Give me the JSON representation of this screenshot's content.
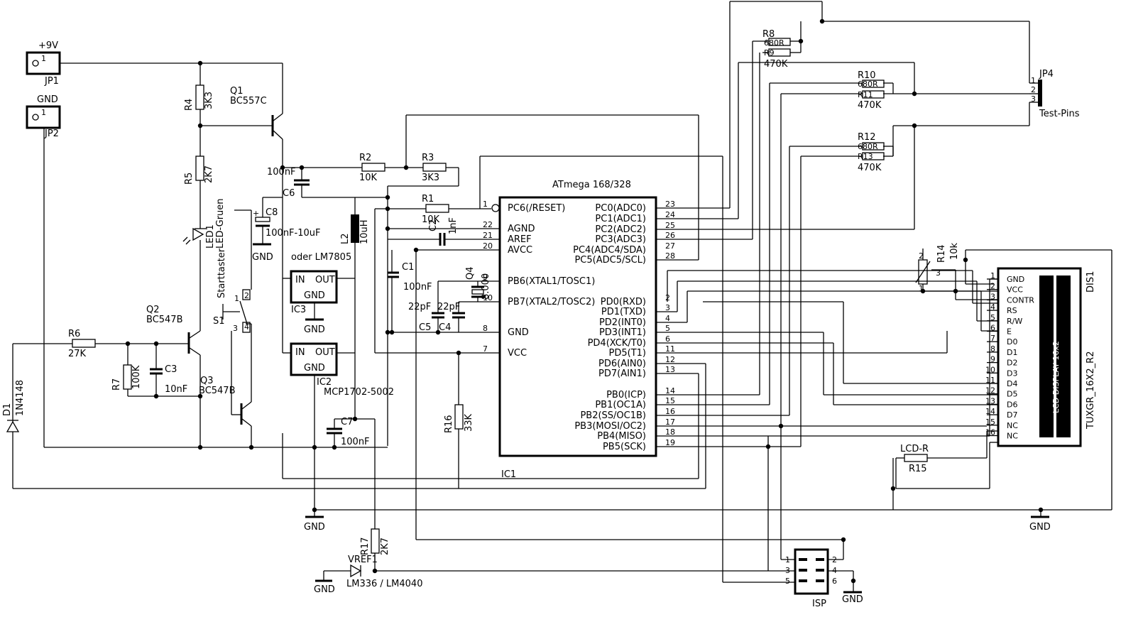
{
  "connectors": {
    "jp1": {
      "label": "+9V",
      "ref": "JP1",
      "pin": "1"
    },
    "jp2": {
      "label": "GND",
      "ref": "JP2",
      "pin": "1"
    },
    "jp4": {
      "ref": "JP4",
      "label": "Test-Pins",
      "pins": [
        "1",
        "2",
        "3"
      ]
    },
    "isp": {
      "ref": "ISP",
      "pins": [
        "1",
        "2",
        "3",
        "4",
        "5",
        "6"
      ]
    }
  },
  "components": {
    "r1": {
      "ref": "R1",
      "value": "10K"
    },
    "r2": {
      "ref": "R2",
      "value": "10K"
    },
    "r3": {
      "ref": "R3",
      "value": "3K3"
    },
    "r4": {
      "ref": "R4",
      "value": "3K3"
    },
    "r5": {
      "ref": "R5",
      "value": "2K7"
    },
    "r6": {
      "ref": "R6",
      "value": "27K"
    },
    "r7": {
      "ref": "R7",
      "value": "100K"
    },
    "r8": {
      "ref": "R8",
      "value": "680R"
    },
    "r9": {
      "ref": "R9",
      "value": "470K"
    },
    "r10": {
      "ref": "R10",
      "value": "680R"
    },
    "r11": {
      "ref": "R11",
      "value": "470K"
    },
    "r12": {
      "ref": "R12",
      "value": "680R"
    },
    "r13": {
      "ref": "R13",
      "value": "470K"
    },
    "r14": {
      "ref": "R14",
      "value": "10k"
    },
    "r15": {
      "ref": "R15",
      "value": "LCD-R"
    },
    "r16": {
      "ref": "R16",
      "value": "33K"
    },
    "r17": {
      "ref": "R17",
      "value": "2K7"
    },
    "c1": {
      "ref": "C1",
      "value": "100nF"
    },
    "c2": {
      "ref": "C2",
      "value": "1nF"
    },
    "c3": {
      "ref": "C3",
      "value": "10nF"
    },
    "c4": {
      "ref": "C4",
      "value": "22pF"
    },
    "c5": {
      "ref": "C5",
      "value": "22pF"
    },
    "c6": {
      "ref": "C6",
      "value": "100nF"
    },
    "c7": {
      "ref": "C7",
      "value": "100nF"
    },
    "c8": {
      "ref": "C8",
      "value": "100nF-10uF",
      "plus": "+"
    },
    "l2": {
      "ref": "L2",
      "value": "10uH"
    },
    "q1": {
      "ref": "Q1",
      "value": "BC557C"
    },
    "q2": {
      "ref": "Q2",
      "value": "BC547B"
    },
    "q3": {
      "ref": "Q3",
      "value": "BC547B"
    },
    "q4": {
      "ref": "Q4",
      "value": "8.000"
    },
    "d1": {
      "ref": "D1",
      "value": "1N4148"
    },
    "led1": {
      "ref": "LED1",
      "value": "LED-Gruen"
    },
    "s1": {
      "ref": "S1",
      "value": "Starttaster",
      "pins": [
        "1",
        "2",
        "3",
        "4"
      ]
    },
    "ic2": {
      "ref": "IC2",
      "value": "MCP1702-5002",
      "in": "IN",
      "out": "OUT",
      "gnd": "GND"
    },
    "ic3": {
      "ref": "IC3",
      "value": "oder LM7805",
      "in": "IN",
      "out": "OUT",
      "gnd": "GND"
    },
    "vref1": {
      "ref": "VREF1",
      "value": "LM336 / LM4040"
    }
  },
  "ground_labels": [
    "GND",
    "GND",
    "GND",
    "GND",
    "GND"
  ],
  "mcu": {
    "title": "ATmega 168/328",
    "ref": "IC1",
    "left_pins": [
      {
        "num": "1",
        "name": "PC6(/RESET)"
      },
      {
        "num": "22",
        "name": "AGND"
      },
      {
        "num": "21",
        "name": "AREF"
      },
      {
        "num": "20",
        "name": "AVCC"
      },
      {
        "num": "9",
        "name": "PB6(XTAL1/TOSC1)"
      },
      {
        "num": "10",
        "name": "PB7(XTAL2/TOSC2)"
      },
      {
        "num": "8",
        "name": "GND"
      },
      {
        "num": "7",
        "name": "VCC"
      }
    ],
    "right_pins": [
      {
        "num": "23",
        "name": "PC0(ADC0)"
      },
      {
        "num": "24",
        "name": "PC1(ADC1)"
      },
      {
        "num": "25",
        "name": "PC2(ADC2)"
      },
      {
        "num": "26",
        "name": "PC3(ADC3)"
      },
      {
        "num": "27",
        "name": "PC4(ADC4/SDA)"
      },
      {
        "num": "28",
        "name": "PC5(ADC5/SCL)"
      },
      {
        "num": "2",
        "name": "PD0(RXD)"
      },
      {
        "num": "3",
        "name": "PD1(TXD)"
      },
      {
        "num": "4",
        "name": "PD2(INT0)"
      },
      {
        "num": "5",
        "name": "PD3(INT1)"
      },
      {
        "num": "6",
        "name": "PD4(XCK/T0)"
      },
      {
        "num": "11",
        "name": "PD5(T1)"
      },
      {
        "num": "12",
        "name": "PD6(AIN0)"
      },
      {
        "num": "13",
        "name": "PD7(AIN1)"
      },
      {
        "num": "14",
        "name": "PB0(ICP)"
      },
      {
        "num": "15",
        "name": "PB1(OC1A)"
      },
      {
        "num": "16",
        "name": "PB2(SS/OC1B)"
      },
      {
        "num": "17",
        "name": "PB3(MOSI/OC2)"
      },
      {
        "num": "18",
        "name": "PB4(MISO)"
      },
      {
        "num": "19",
        "name": "PB5(SCK)"
      }
    ]
  },
  "lcd": {
    "ref": "DIS1",
    "label": "TUXGR_16X2_R2",
    "inner_label": "LCD DISPLAY 16x2",
    "pins": [
      {
        "num": "1",
        "name": "GND"
      },
      {
        "num": "2",
        "name": "VCC"
      },
      {
        "num": "3",
        "name": "CONTR"
      },
      {
        "num": "4",
        "name": "RS"
      },
      {
        "num": "5",
        "name": "R/W"
      },
      {
        "num": "6",
        "name": "E"
      },
      {
        "num": "7",
        "name": "D0"
      },
      {
        "num": "8",
        "name": "D1"
      },
      {
        "num": "9",
        "name": "D2"
      },
      {
        "num": "10",
        "name": "D3"
      },
      {
        "num": "11",
        "name": "D4"
      },
      {
        "num": "12",
        "name": "D5"
      },
      {
        "num": "13",
        "name": "D6"
      },
      {
        "num": "14",
        "name": "D7"
      },
      {
        "num": "15",
        "name": "NC"
      },
      {
        "num": "16",
        "name": "NC"
      }
    ]
  }
}
